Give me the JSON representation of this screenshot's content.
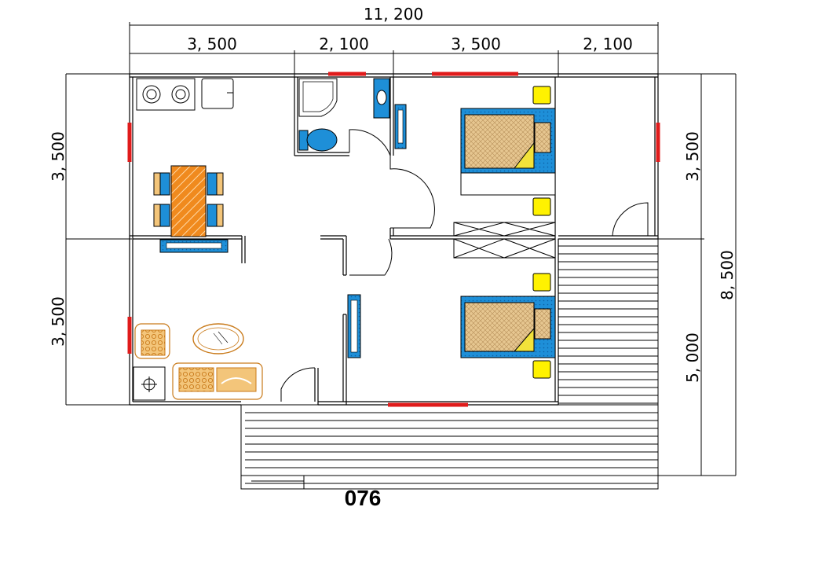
{
  "plan_label": "076",
  "dimensions": {
    "overall_width": "11, 200",
    "top_segments": [
      "3, 500",
      "2, 100",
      "3, 500",
      "2, 100"
    ],
    "left_segments": [
      "3, 500",
      "3, 500"
    ],
    "right_segments": [
      "3, 500",
      "5, 000"
    ],
    "overall_depth": "8, 500"
  },
  "colors": {
    "window": "#e01b1b",
    "bed_frame": "#1e8fd8",
    "mattress": "#e6c690",
    "pillow": "#f2e23a",
    "nightstand": "#fff200",
    "table": "#f08a1e",
    "chair": "#1e8fd8",
    "sofa": "#e9a23a"
  }
}
